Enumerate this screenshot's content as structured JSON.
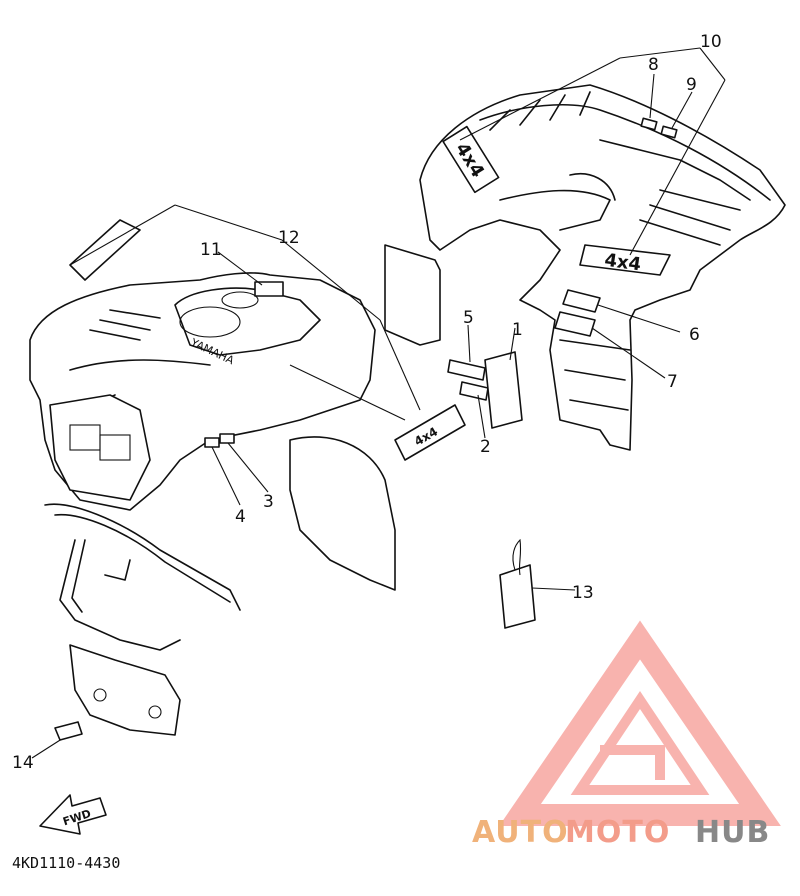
{
  "callouts": {
    "c1": "1",
    "c2": "2",
    "c3": "3",
    "c4": "4",
    "c5": "5",
    "c6": "6",
    "c7": "7",
    "c8": "8",
    "c9": "9",
    "c10": "10",
    "c11": "11",
    "c12": "12",
    "c13": "13",
    "c14": "14"
  },
  "decals": {
    "rear_4x4": "4x4",
    "side_4x4": "4x4",
    "front_brand": "YAMAHA",
    "front_badge": "4x4",
    "fwd": "FWD"
  },
  "diagram_code": "4KD1110-4430",
  "watermark": {
    "part1": "AUTO",
    "part2": "MOTO",
    "part3": "HUB",
    "color1": "#f0b27a",
    "color2": "#f39c8a",
    "color3": "#888888",
    "logo_color": "#f7a6a0"
  }
}
